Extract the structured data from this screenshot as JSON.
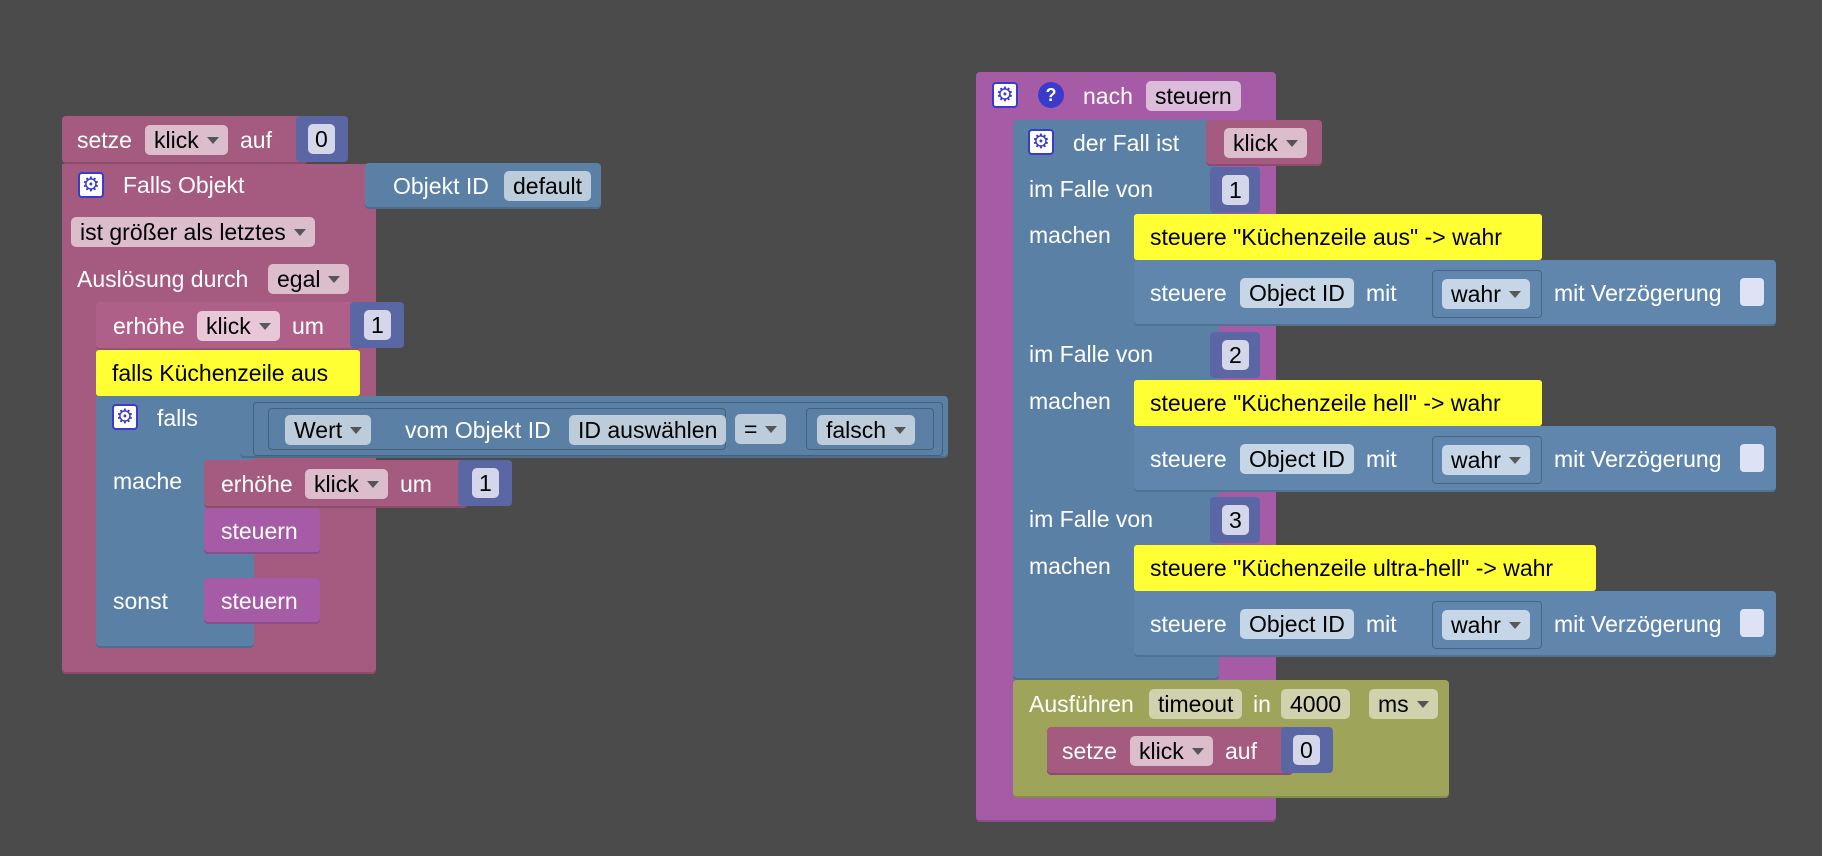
{
  "left": {
    "setze": {
      "prefix": "setze",
      "var": "klick",
      "mid": "auf",
      "value": "0"
    },
    "falls_objekt": {
      "title": "Falls Objekt",
      "objekt_id_label": "Objekt ID",
      "objekt_id_value": "default",
      "condition": "ist größer als letztes",
      "trigger_label": "Auslösung durch",
      "trigger_value": "egal"
    },
    "erhoehe1": {
      "prefix": "erhöhe",
      "var": "klick",
      "mid": "um",
      "value": "1"
    },
    "comment": "falls Küchenzeile aus",
    "falls": {
      "label": "falls",
      "wert": "Wert",
      "vom": "vom Objekt ID",
      "id_select": "ID auswählen",
      "op": "=",
      "compare": "falsch",
      "mache": "mache",
      "sonst": "sonst"
    },
    "erhoehe2": {
      "prefix": "erhöhe",
      "var": "klick",
      "mid": "um",
      "value": "1"
    },
    "steuern1": "steuern",
    "steuern2": "steuern"
  },
  "right": {
    "func": {
      "label": "nach",
      "name": "steuern"
    },
    "switch": {
      "label": "der Fall ist",
      "var": "klick"
    },
    "cases": [
      {
        "label": "im Falle von",
        "value": "1",
        "do": "machen",
        "comment": "steuere \"Küchenzeile aus\" -> wahr",
        "steuere": "steuere",
        "obj": "Object ID",
        "mit": "mit",
        "val": "wahr",
        "delay": "mit Verzögerung"
      },
      {
        "label": "im Falle von",
        "value": "2",
        "do": "machen",
        "comment": "steuere \"Küchenzeile hell\" -> wahr",
        "steuere": "steuere",
        "obj": "Object ID",
        "mit": "mit",
        "val": "wahr",
        "delay": "mit Verzögerung"
      },
      {
        "label": "im Falle von",
        "value": "3",
        "do": "machen",
        "comment": "steuere \"Küchenzeile ultra-hell\" -> wahr",
        "steuere": "steuere",
        "obj": "Object ID",
        "mit": "mit",
        "val": "wahr",
        "delay": "mit Verzögerung"
      }
    ],
    "timeout": {
      "label": "Ausführen",
      "name": "timeout",
      "in": "in",
      "value": "4000",
      "unit": "ms"
    },
    "setze": {
      "prefix": "setze",
      "var": "klick",
      "mid": "auf",
      "value": "0"
    }
  },
  "colors": {
    "background": "#4b4b4b",
    "variables": "#a55b80",
    "logic": "#5b80a5",
    "functions": "#a55ba5",
    "timeouts": "#9ea55b",
    "math": "#5b67a5",
    "comment": "#ffff33",
    "gear": "#3a3acc"
  }
}
